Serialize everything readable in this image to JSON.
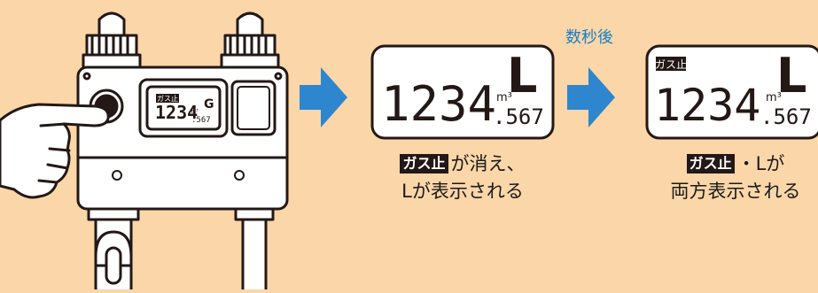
{
  "colors": {
    "background": "#fbd6a8",
    "arrow": "#2e86cf",
    "wait_label": "#1d7fc4",
    "badge": "#231815"
  },
  "meter": {
    "display": {
      "badge": "ガス止",
      "digits": "1234",
      "unit": "m³",
      "decimals": ".567",
      "status": "G"
    }
  },
  "panel_1": {
    "digits": "1234",
    "unit": "m³",
    "decimals": ".567",
    "status": "L",
    "caption": {
      "badge": "ガス止",
      "line1": "が消え、",
      "line2": "Lが表示される"
    }
  },
  "wait_label": "数秒後",
  "panel_2": {
    "badge": "ガス止",
    "digits": "1234",
    "unit": "m³",
    "decimals": ".567",
    "status": "L",
    "caption": {
      "badge": "ガス止",
      "line1": "・Lが",
      "line2": "両方表示される"
    }
  }
}
